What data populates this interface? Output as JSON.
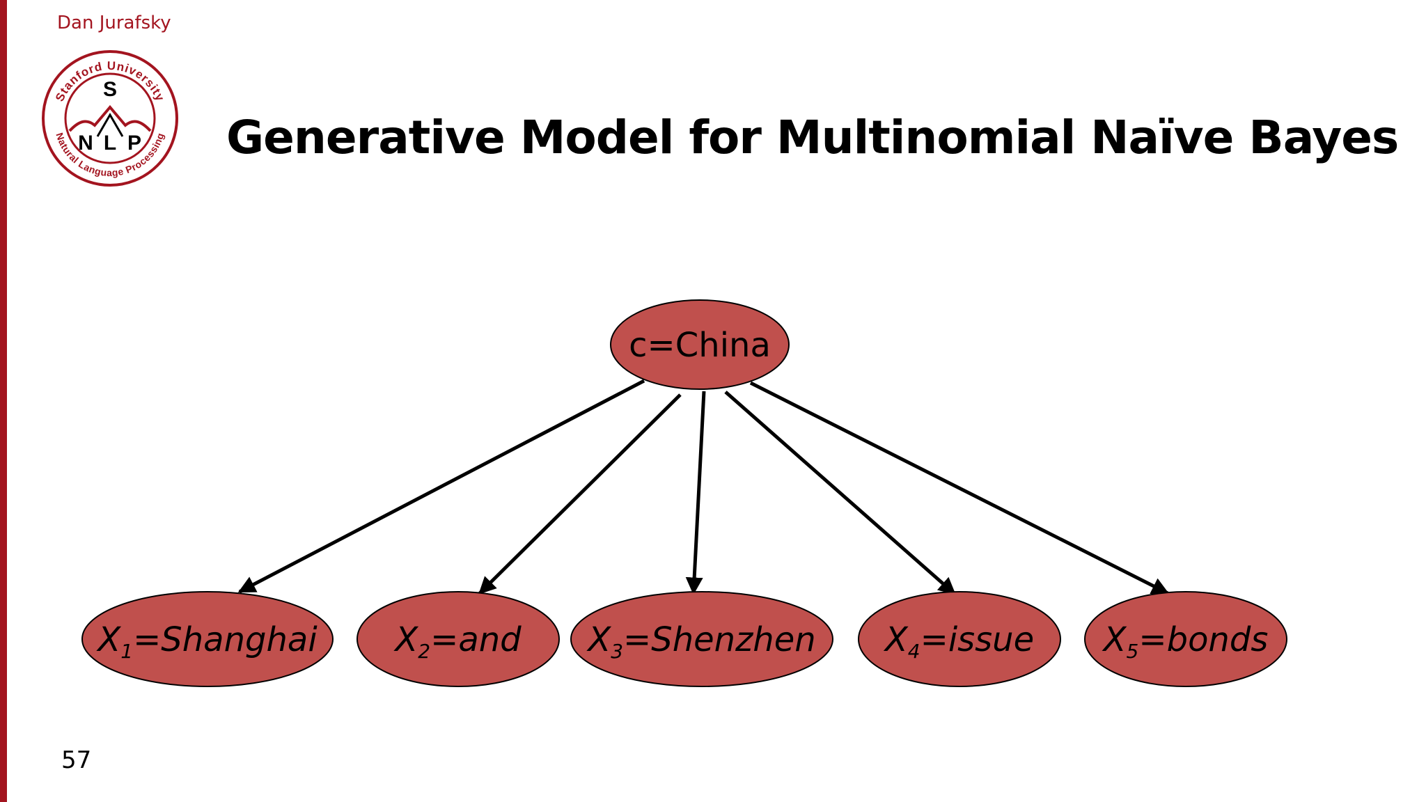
{
  "slide": {
    "author": "Dan Jurafsky",
    "title": "Generative Model for Multinomial Naïve Bayes",
    "slide_number": "57"
  },
  "logo": {
    "top_text": "Stanford University",
    "bottom_text": "Natural Language Processing",
    "center_letters": [
      "S",
      "N",
      "L",
      "P"
    ]
  },
  "diagram": {
    "root": {
      "label": "c=China"
    },
    "children": [
      {
        "var": "X",
        "sub": "1",
        "value": "=Shanghai"
      },
      {
        "var": "X",
        "sub": "2",
        "value": "=and"
      },
      {
        "var": "X",
        "sub": "3",
        "value": "=Shenzhen"
      },
      {
        "var": "X",
        "sub": "4",
        "value": "=issue"
      },
      {
        "var": "X",
        "sub": "5",
        "value": "=bonds"
      }
    ]
  },
  "colors": {
    "accent_red": "#a3141f",
    "node_fill": "#c0504d",
    "stroke": "#000000"
  }
}
